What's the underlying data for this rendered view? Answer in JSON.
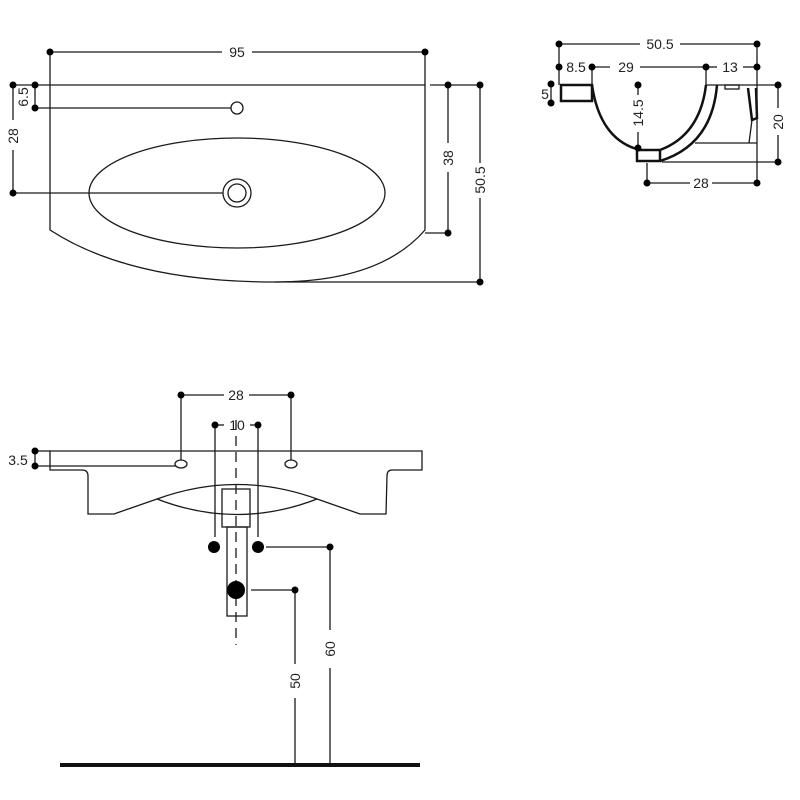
{
  "top_view": {
    "width": "95",
    "tap_offset": "6.5",
    "drain_offset": "28",
    "bowl_depth": "38",
    "total_depth": "50.5"
  },
  "section_view": {
    "total_depth": "50.5",
    "rim_front": "8.5",
    "bowl_width": "29",
    "rim_back": "13",
    "rim_thickness": "5",
    "bowl_height": "14.5",
    "total_height": "20",
    "drain_to_wall": "28"
  },
  "front_view": {
    "tap_spacing": "28",
    "drain_width": "10",
    "slab_thickness": "3.5",
    "supply_height": "60",
    "drain_height": "50"
  },
  "colors": {
    "line": "#1a1a1a",
    "background": "#ffffff"
  }
}
